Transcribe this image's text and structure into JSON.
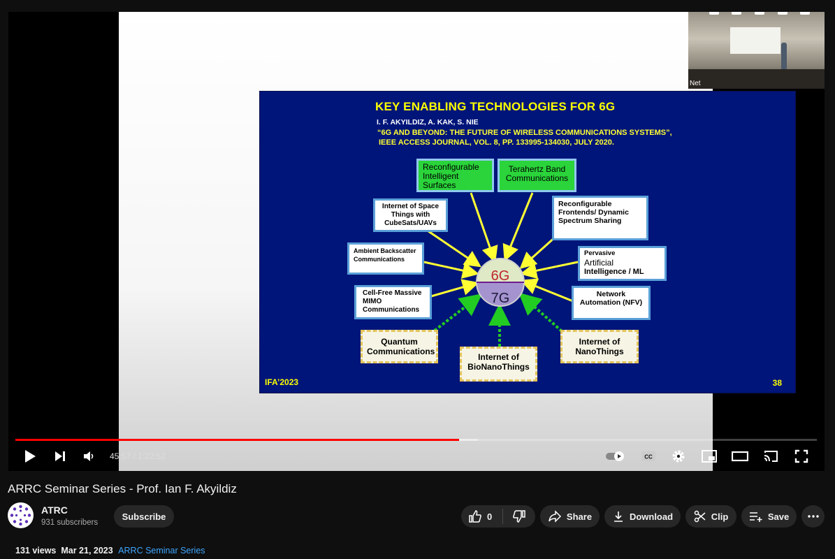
{
  "video": {
    "title": "ARRC Seminar Series - Prof. Ian F. Akyildiz",
    "current_time": "45:57",
    "duration": "1:22:52",
    "played_fraction": 0.554,
    "buffered_fraction": 0.577,
    "pip_label": "Net"
  },
  "slide": {
    "title": "KEY ENABLING TECHNOLOGIES FOR 6G",
    "authors": "I.  F. AKYILDIZ, A. KAK, S. NIE",
    "paper": "“6G AND BEYOND: THE FUTURE OF  WIRELESS COMMUNICATIONS SYSTEMS”,",
    "journal": "IEEE ACCESS JOURNAL, VOL. 8, PP. 133995-134030, JULY 2020.",
    "center_top": "6G",
    "center_bottom": "7G",
    "footer_left": "IFA’2023",
    "footer_right": "38",
    "boxes": {
      "ris": "Reconfigurable Intelligent Surfaces",
      "thz": "Terahertz Band Communications",
      "iost": "Internet of Space Things with CubeSats/UAVs",
      "rfe": "Reconfigurable Frontends/ Dynamic Spectrum Sharing",
      "ambient": "Ambient Backscatter Communications",
      "ai_1": "Pervasive",
      "ai_2": "Artificial",
      "ai_3": "Intelligence / ML",
      "cellfree": "Cell-Free Massive MIMO Communications",
      "netauto": "Network Automation (NFV)",
      "quantum": "Quantum Communications",
      "iobnt": "Internet of BioNanoThings",
      "nano": "Internet of NanoThings"
    }
  },
  "channel": {
    "name": "ATRC",
    "subscribers": "931 subscribers",
    "subscribe_label": "Subscribe"
  },
  "actions": {
    "like_count": "0",
    "share": "Share",
    "download": "Download",
    "clip": "Clip",
    "save": "Save"
  },
  "info": {
    "views": "131 views",
    "date": "Mar 21, 2023",
    "tag": "ARRC Seminar Series"
  },
  "icons": [
    "play-icon",
    "next-icon",
    "volume-icon",
    "autoplay-toggle-icon",
    "captions-icon",
    "settings-icon",
    "miniplayer-icon",
    "theater-icon",
    "cast-icon",
    "fullscreen-icon",
    "like-icon",
    "dislike-icon",
    "share-icon",
    "download-icon",
    "clip-icon",
    "save-playlist-icon",
    "more-icon"
  ],
  "colors": {
    "progress": "#ff0000",
    "slide_bg": "#00157a",
    "slide_title": "#ffff00",
    "link": "#3ea6ff"
  }
}
